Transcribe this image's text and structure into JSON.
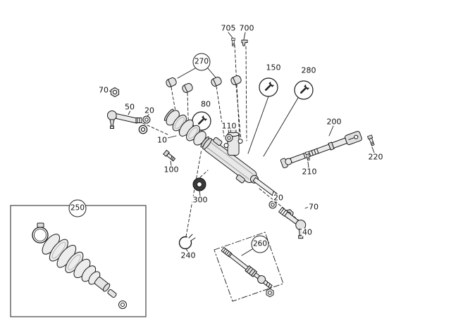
{
  "figure": {
    "part_count_labels": 22
  },
  "colors": {
    "background": "#ffffff",
    "line": "#1a1a1a",
    "part_fill": "#e8e8e8",
    "grommet_fill": "#3a3a3a"
  },
  "icons": {
    "tool_symbol": "wrench-icon"
  },
  "part_numbers": {
    "bolt_705": "705",
    "bracket_700": "700",
    "bushing_set_270": "270",
    "tool_150": "150",
    "tool_280": "280",
    "nut_70_left": "70",
    "tie_rod_end_50": "50",
    "washer_20_left": "20",
    "tool_80": "80",
    "seal_ring_110": "110",
    "clamp_10": "10",
    "bolt_100": "100",
    "steering_shaft_200": "200",
    "bolt_220": "220",
    "bolt_210": "210",
    "grommet_300": "300",
    "washer_20_right": "20",
    "nut_70_right": "70",
    "tie_rod_end_40": "40",
    "boot_kit_250": "250",
    "clamp_240": "240",
    "inner_tie_rod_260": "260"
  }
}
